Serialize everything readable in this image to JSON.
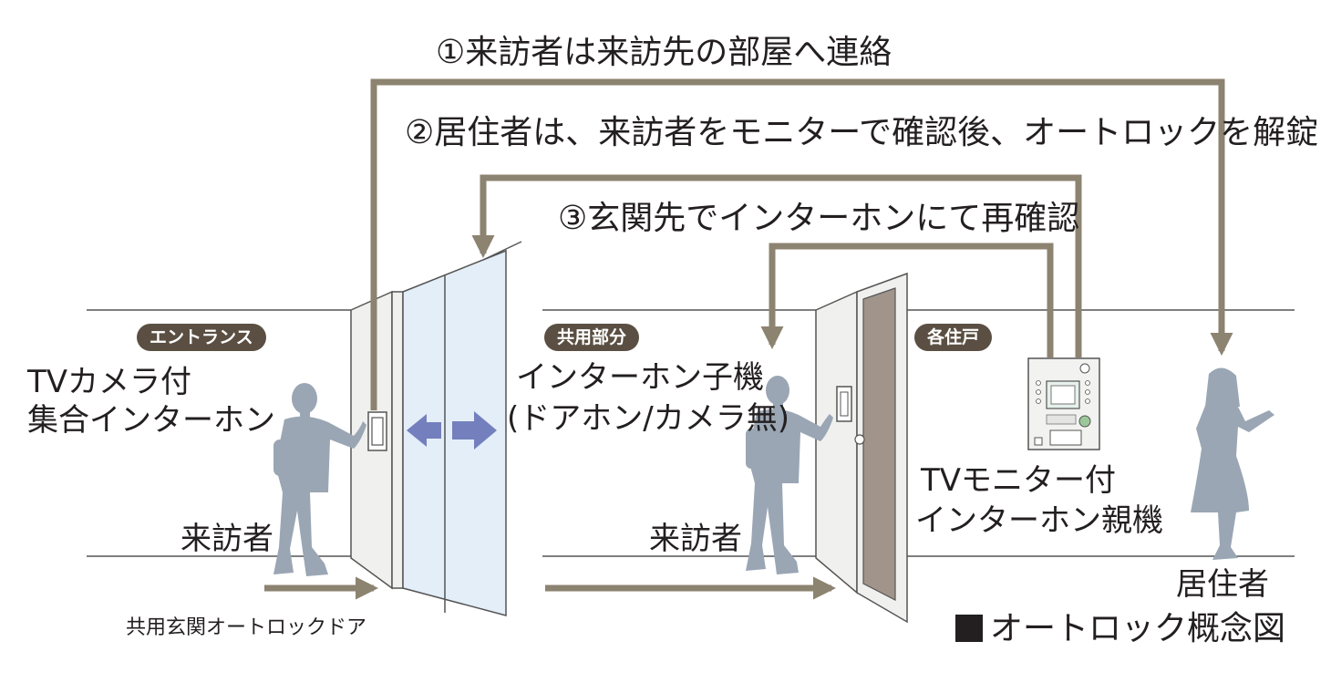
{
  "title": "■オートロック概念図",
  "title_text": "オートロック概念図",
  "steps": {
    "step1": "①来訪者は来訪先の部屋へ連絡",
    "step2": "②居住者は、来訪者をモニターで確認後、オートロックを解錠",
    "step3": "③玄関先でインターホンにて再確認"
  },
  "zones": {
    "entrance": "エントランス",
    "common": "共用部分",
    "unit": "各住戸"
  },
  "labels": {
    "entrance_intercom_line1": "TVカメラ付",
    "entrance_intercom_line2": "集合インターホン",
    "hall_intercom_line1": "インターホン子機",
    "hall_intercom_line2": "(ドアホン/カメラ無)",
    "monitor_line1": "TVモニター付",
    "monitor_line2": "インターホン親機",
    "visitor_entrance": "来訪者",
    "visitor_hall": "来訪者",
    "resident": "居住者",
    "auto_door": "共用玄関オートロックドア"
  },
  "colors": {
    "arrow": "#8c8370",
    "figure": "#9aa6b4",
    "glass": "#e3eef8",
    "door_panel": "#f0f0ee",
    "door_inner": "#a1958b",
    "slide_arrow": "#7480bd",
    "badge": "#5a4f42",
    "wall_line": "#555555"
  },
  "icons": {
    "entrance_panel": "intercom-panel-icon",
    "monitor": "video-monitor-icon",
    "slide_left": "arrow-left-icon",
    "slide_right": "arrow-right-icon"
  }
}
